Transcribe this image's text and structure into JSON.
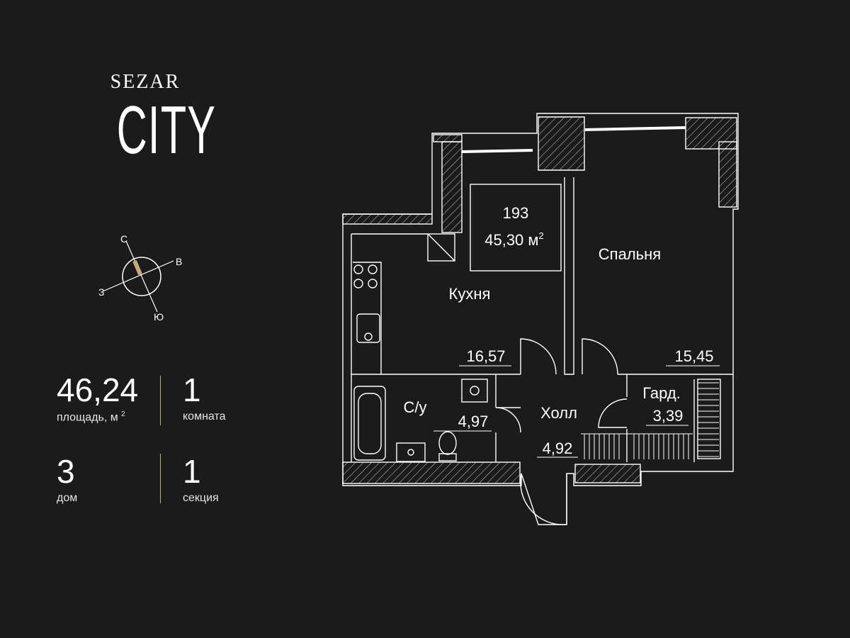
{
  "brand": {
    "line1": "SEZAR",
    "line2": "CITY"
  },
  "compass": {
    "north": "С",
    "east": "В",
    "south": "Ю",
    "west": "З",
    "accent": "#c8a97e"
  },
  "stats": {
    "area": {
      "value": "46,24",
      "caption": "площадь, м",
      "caption_sup": "2"
    },
    "rooms": {
      "value": "1",
      "caption": "комната"
    },
    "building": {
      "value": "3",
      "caption": "дом"
    },
    "section": {
      "value": "1",
      "caption": "секция"
    }
  },
  "plan": {
    "apartment_number": "193",
    "total_area": "45,30 м",
    "total_area_sup": "2",
    "rooms": {
      "kitchen": {
        "name": "Кухня",
        "area": "16,57"
      },
      "bedroom": {
        "name": "Спальня",
        "area": "15,45"
      },
      "bathroom": {
        "name": "С/у",
        "area": "4,97"
      },
      "hall": {
        "name": "Холл",
        "area": "4,92"
      },
      "wardrobe": {
        "name": "Гард.",
        "area": "3,39"
      }
    }
  }
}
